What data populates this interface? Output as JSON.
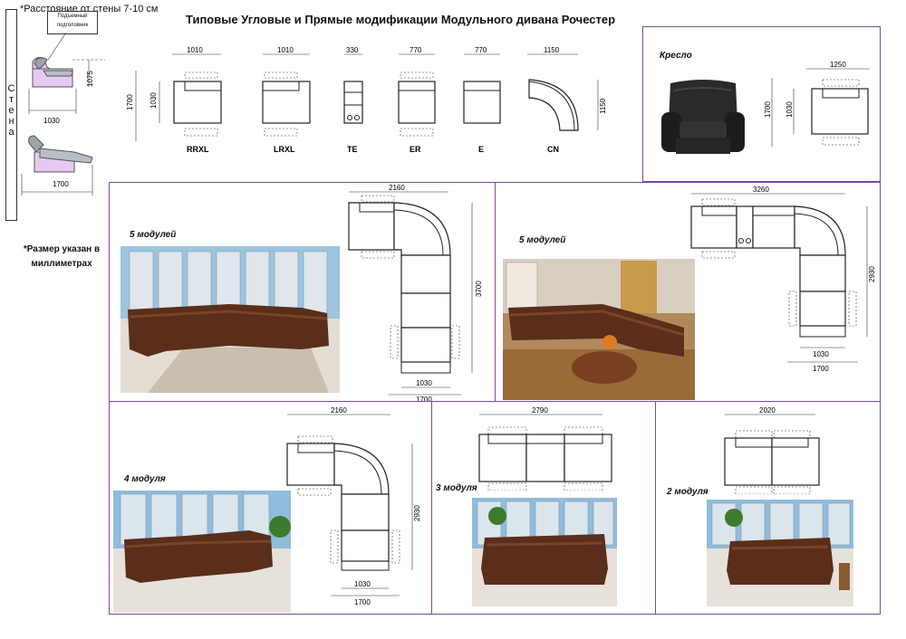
{
  "header": {
    "title": "Типовые Угловые и Прямые  модификации Модульного дивана Рочестер",
    "wall_distance_note": "*Расстояние от стены 7-10 см",
    "headrest_callout": "Подъемный подголовник",
    "wall_label": [
      "С",
      "т",
      "е",
      "н",
      "а"
    ],
    "size_note": "*Размер указан в миллиметрах"
  },
  "side_diagram": {
    "dim_height": "1075",
    "dim_depth": "1030",
    "dim_reclined": "1700"
  },
  "modules": [
    {
      "code": "RRXL",
      "width": "1010",
      "depth": "1030",
      "depth_reclined": "1700"
    },
    {
      "code": "LRXL",
      "width": "1010"
    },
    {
      "code": "TE",
      "width": "330"
    },
    {
      "code": "ER",
      "width": "770"
    },
    {
      "code": "E",
      "width": "770"
    },
    {
      "code": "CN",
      "width": "1150",
      "depth": "1150"
    }
  ],
  "armchair": {
    "label": "Кресло",
    "width": "1250",
    "depth": "1030",
    "depth_reclined": "1700"
  },
  "configs": [
    {
      "label": "5 модулей",
      "width": "2160",
      "length": "3700",
      "depth": "1030",
      "depth_reclined": "1700"
    },
    {
      "label": "5 модулей",
      "width": "3260",
      "length": "2930",
      "depth": "1030",
      "depth_reclined": "1700"
    },
    {
      "label": "4 модуля",
      "width": "2160",
      "length": "2930",
      "depth": "1030",
      "depth_reclined": "1700"
    },
    {
      "label": "3 модуля",
      "width": "2790"
    },
    {
      "label": "2 модуля",
      "width": "2020"
    }
  ],
  "colors": {
    "border": "#7a4aa0",
    "leather": "#5a2e1a",
    "armchair": "#2a2a2a",
    "lavender": "#e6c9f0"
  }
}
